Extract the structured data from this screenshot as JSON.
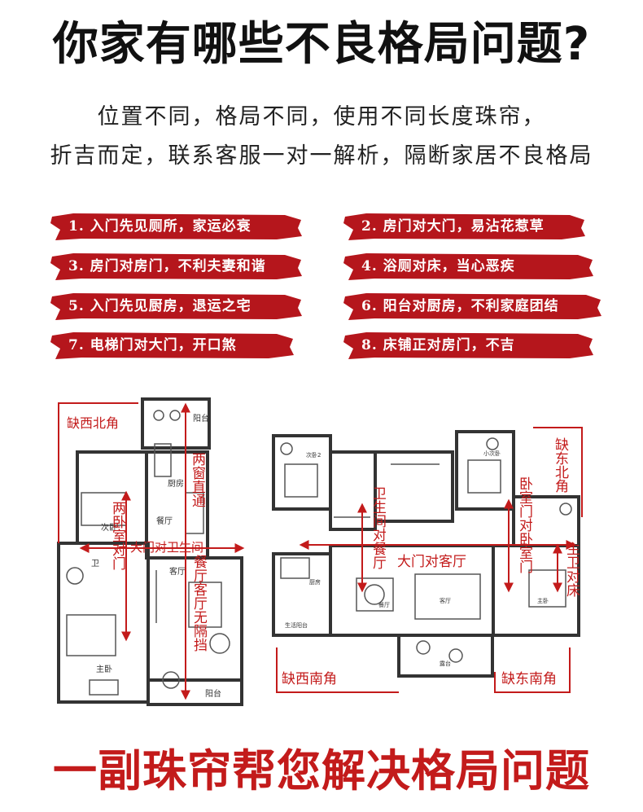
{
  "header": {
    "title": "你家有哪些不良格局问题?",
    "subtitle_line1": "位置不同，格局不同，使用不同长度珠帘，",
    "subtitle_line2": "折吉而定，联系客服一对一解析，隔断家居不良格局"
  },
  "problems": [
    "1. 入门先见厕所，家运必衰",
    "2. 房门对大门，易沾花惹草",
    "3. 房门对房门，不利夫妻和谐",
    "4. 浴厕对床，当心恶疾",
    "5. 入门先见厨房，退运之宅",
    "6. 阳台对厨房，不利家庭团结",
    "7. 电梯门对大门，开口煞",
    "8. 床铺正对房门，不吉"
  ],
  "left_plan": {
    "corner_label": "缺西北角",
    "rooms": {
      "balcony_top": "阳台",
      "kitchen": "厨房",
      "restaurant": "餐厅",
      "secondary_bedroom": "次卧",
      "bathroom": "卫",
      "living": "客厅",
      "master_bedroom": "主卧",
      "balcony_bottom": "阳台"
    },
    "annotations": {
      "bedrooms_facing": "两卧室对门",
      "door_to_toilet": "大门对卫生间",
      "dining_living_no_partition": "餐厅客厅无隔挡",
      "balcony_window": "两窗直通"
    }
  },
  "right_plan": {
    "corner_nw": "缺西南角",
    "corner_ne": "缺东北角",
    "corner_se": "缺东南角",
    "rooms": {
      "bedroom2": "次卧2",
      "small_bedroom": "小次卧",
      "kitchen": "厨房",
      "dining": "餐厅",
      "living": "客厅",
      "master": "主卧",
      "living_balcony": "生活阳台",
      "balcony": "露台"
    },
    "annotations": {
      "door_to_living": "大门对客厅",
      "toilet_to_dining": "卫生间对餐厅",
      "bedroom_to_bedroom": "卧室门对卧室门",
      "toilet_to_bed": "主卫对床"
    }
  },
  "footer": {
    "slogan": "一副珠帘帮您解决格局问题"
  },
  "colors": {
    "accent": "#c31b1b",
    "brush": "#b5161c",
    "text": "#111111",
    "plan_line": "#333333"
  }
}
